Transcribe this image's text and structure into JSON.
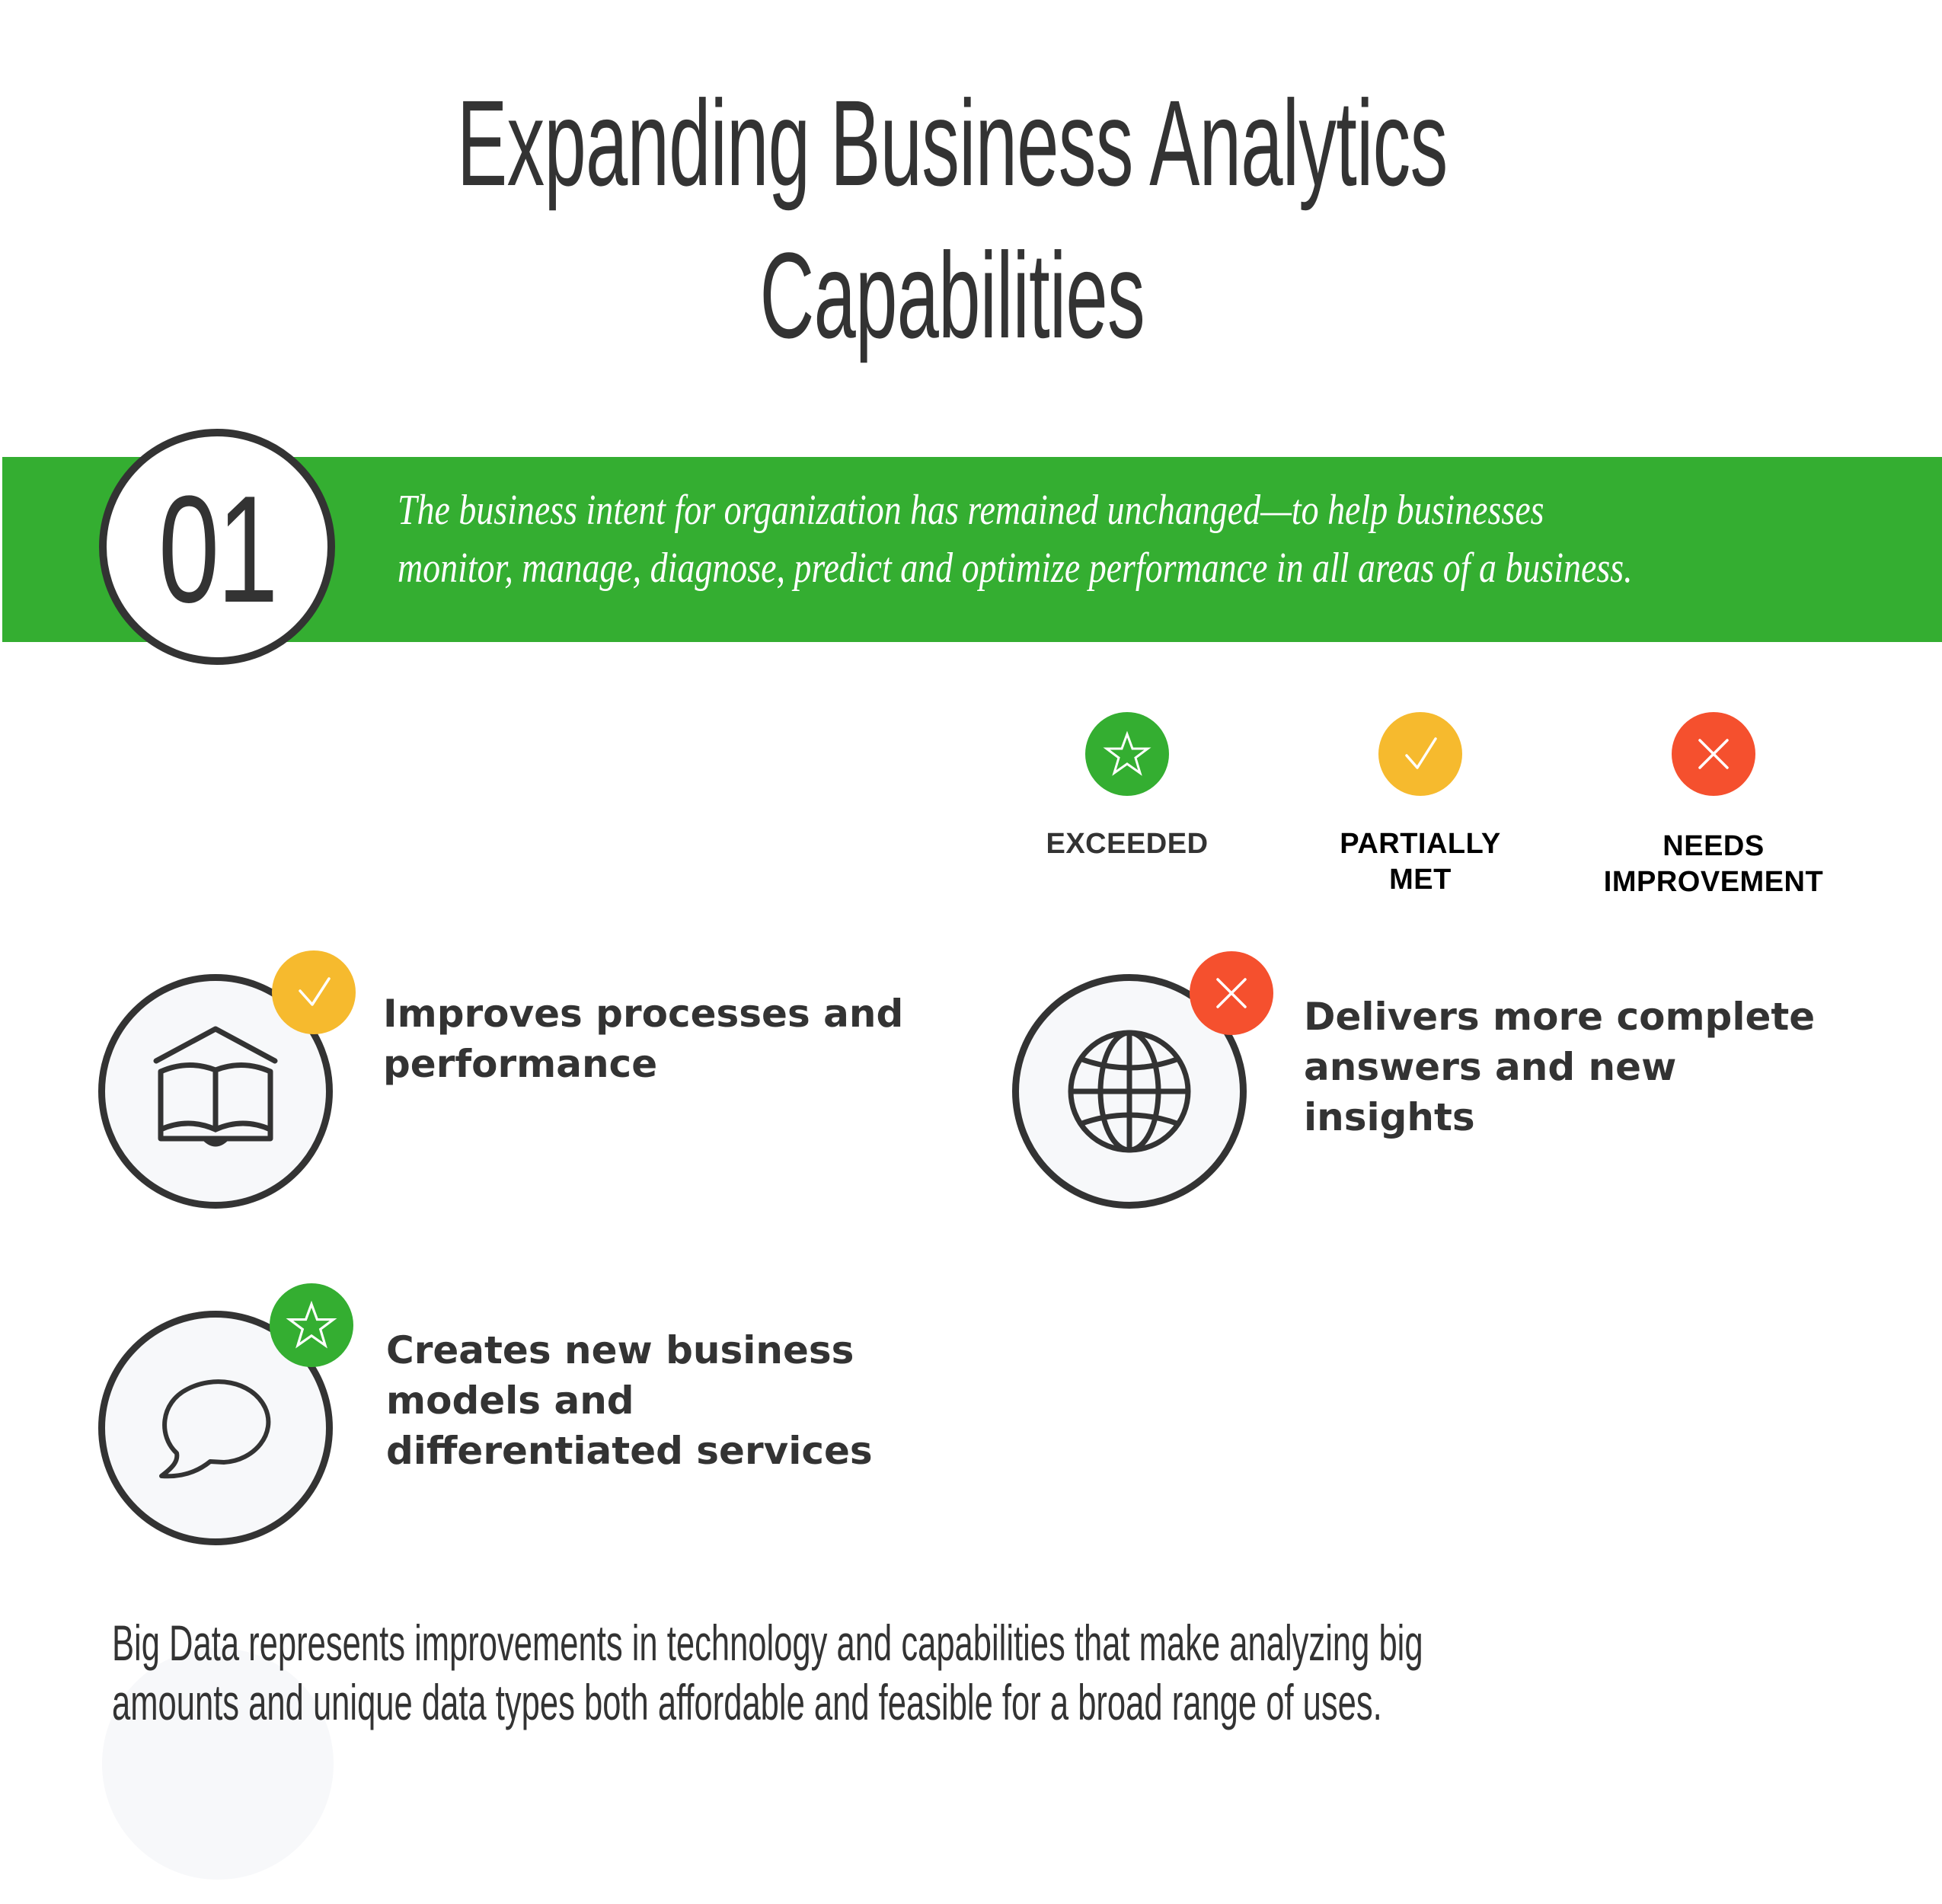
{
  "title": {
    "line1": "Expanding Business Analytics",
    "line2": "Capabilities"
  },
  "banner": {
    "number": "01",
    "text_line1": "The business intent for organization has remained unchanged—to help businesses",
    "text_line2": "monitor, manage, diagnose, predict and optimize performance in all areas of a business.",
    "color": "#34AE31"
  },
  "legend": [
    {
      "key": "exceeded",
      "icon": "star-icon",
      "label_line1": "EXCEEDED",
      "label_line2": "",
      "color": "#34AE31",
      "label_color": "#333333"
    },
    {
      "key": "partially_met",
      "icon": "check-icon",
      "label_line1": "PARTIALLY",
      "label_line2": "MET",
      "color": "#F6BA2E",
      "label_color": "#000000"
    },
    {
      "key": "needs_improvement",
      "icon": "x-icon",
      "label_line1": "NEEDS",
      "label_line2": "IMPROVEMENT",
      "color": "#F5502E",
      "label_color": "#000000"
    }
  ],
  "items": [
    {
      "icon": "book-house-icon",
      "status": "partially_met",
      "lines": [
        "Improves processes and",
        "performance"
      ]
    },
    {
      "icon": "globe-icon",
      "status": "needs_improvement",
      "lines": [
        "Delivers more complete",
        "answers and new",
        "insights"
      ]
    },
    {
      "icon": "speech-bubble-icon",
      "status": "exceeded",
      "lines": [
        "Creates new business",
        "models and",
        "differentiated services"
      ]
    }
  ],
  "footer": {
    "line1": "Big Data represents improvements in technology and capabilities that make analyzing big",
    "line2": "amounts and unique data types both affordable and feasible for a broad range of uses."
  }
}
